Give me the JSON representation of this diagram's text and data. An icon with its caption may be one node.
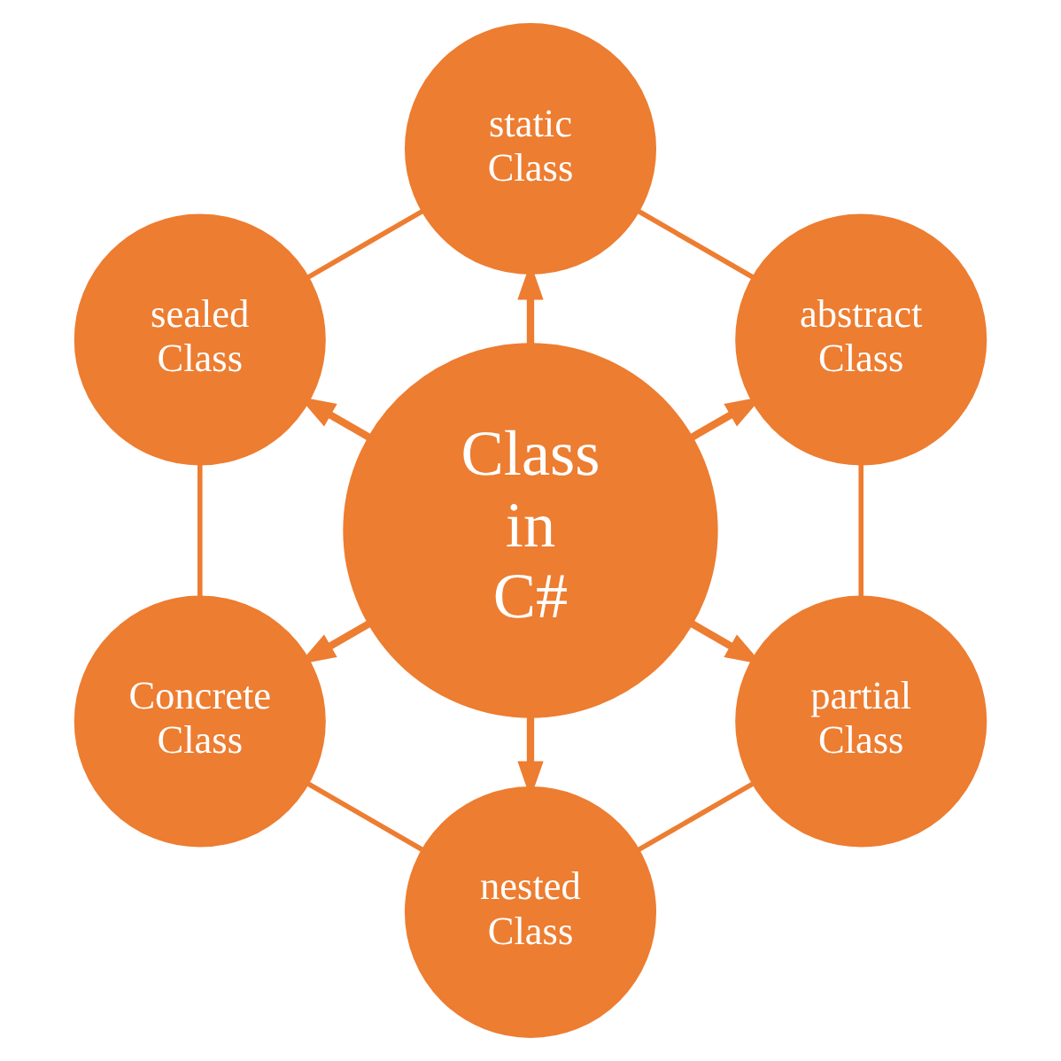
{
  "diagram": {
    "nodes": [
      {
        "text": [
          "Class in C#"
        ]
      },
      {
        "text": [
          "abstract Class"
        ]
      },
      {
        "text": [
          "static Class"
        ]
      },
      {
        "text": [
          "sealed Class"
        ]
      },
      {
        "text": [
          "Concrete Class"
        ]
      },
      {
        "text": [
          "nested Class"
        ]
      },
      {
        "text": [
          "partial Class"
        ]
      }
    ],
    "edges": [
      {
        "from": 0,
        "to": 1,
        "arrow": "to"
      },
      {
        "from": 0,
        "to": 2,
        "arrow": "to"
      },
      {
        "from": 0,
        "to": 3,
        "arrow": "to"
      },
      {
        "from": 0,
        "to": 4,
        "arrow": "to"
      },
      {
        "from": 0,
        "to": 5,
        "arrow": "to"
      },
      {
        "from": 0,
        "to": 6,
        "arrow": "to"
      },
      {
        "from": 1,
        "to": 2,
        "arrow": "none"
      },
      {
        "from": 2,
        "to": 3,
        "arrow": "none"
      },
      {
        "from": 3,
        "to": 4,
        "arrow": "none"
      },
      {
        "from": 4,
        "to": 5,
        "arrow": "none"
      },
      {
        "from": 5,
        "to": 6,
        "arrow": "none"
      },
      {
        "from": 6,
        "to": 1,
        "arrow": "none"
      }
    ]
  }
}
